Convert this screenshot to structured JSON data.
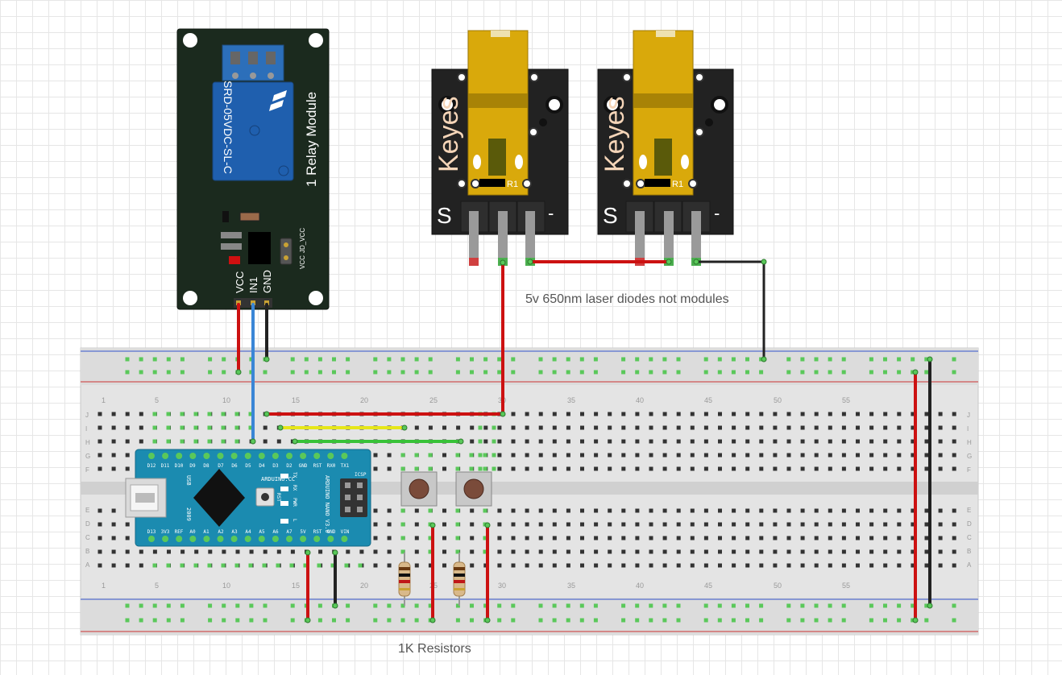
{
  "annotations": {
    "laser_note": "5v 650nm laser diodes not modules",
    "resistor_note": "1K Resistors"
  },
  "relay": {
    "title": "1 Relay Module",
    "part": "SRD-05VDC-SL-C",
    "pins": [
      "VCC",
      "IN1",
      "GND"
    ],
    "jumper_labels": [
      "VCC",
      "JD_VCC"
    ]
  },
  "laser_modules": [
    {
      "brand": "Keyes",
      "resistor": "R1",
      "pin_s": "S",
      "pin_minus": "-"
    },
    {
      "brand": "Keyes",
      "resistor": "R1",
      "pin_s": "S",
      "pin_minus": "-"
    }
  ],
  "arduino": {
    "top_pins": [
      "D12",
      "D11",
      "D10",
      "D9",
      "D8",
      "D7",
      "D6",
      "D5",
      "D4",
      "D3",
      "D2",
      "GND",
      "RST",
      "RX0",
      "TX1"
    ],
    "bottom_pins": [
      "D13",
      "3V3",
      "REF",
      "A0",
      "A1",
      "A2",
      "A3",
      "A4",
      "A5",
      "A6",
      "A7",
      "5V",
      "RST",
      "GND",
      "VIN"
    ],
    "brand": "ARDUINO.CC",
    "model": "ARDUINO NANO V3.0",
    "labels": {
      "usb": "USB",
      "year": "2009",
      "icsp": "ICSP",
      "rst": "RST",
      "tx": "TX",
      "rx": "RX",
      "pwr": "PWR",
      "l": "L"
    }
  },
  "breadboard": {
    "col_numbers": [
      "1",
      "5",
      "10",
      "15",
      "20",
      "25",
      "30",
      "35",
      "40",
      "45",
      "50",
      "55"
    ],
    "rows_top": [
      "J",
      "I",
      "H",
      "G",
      "F"
    ],
    "rows_bottom": [
      "E",
      "D",
      "C",
      "B",
      "A"
    ]
  },
  "colors": {
    "wire_red": "#cc1111",
    "wire_black": "#222222",
    "wire_blue": "#3a86d6",
    "wire_yellow": "#e6e619",
    "wire_green": "#38c238",
    "relay_pcb": "#1b2a1e",
    "relay_body": "#1f5fae",
    "laser_pcb": "#222222",
    "laser_body": "#d9a90b",
    "nano_pcb": "#1b8bb0",
    "breadboard": "#e2e2e2"
  }
}
